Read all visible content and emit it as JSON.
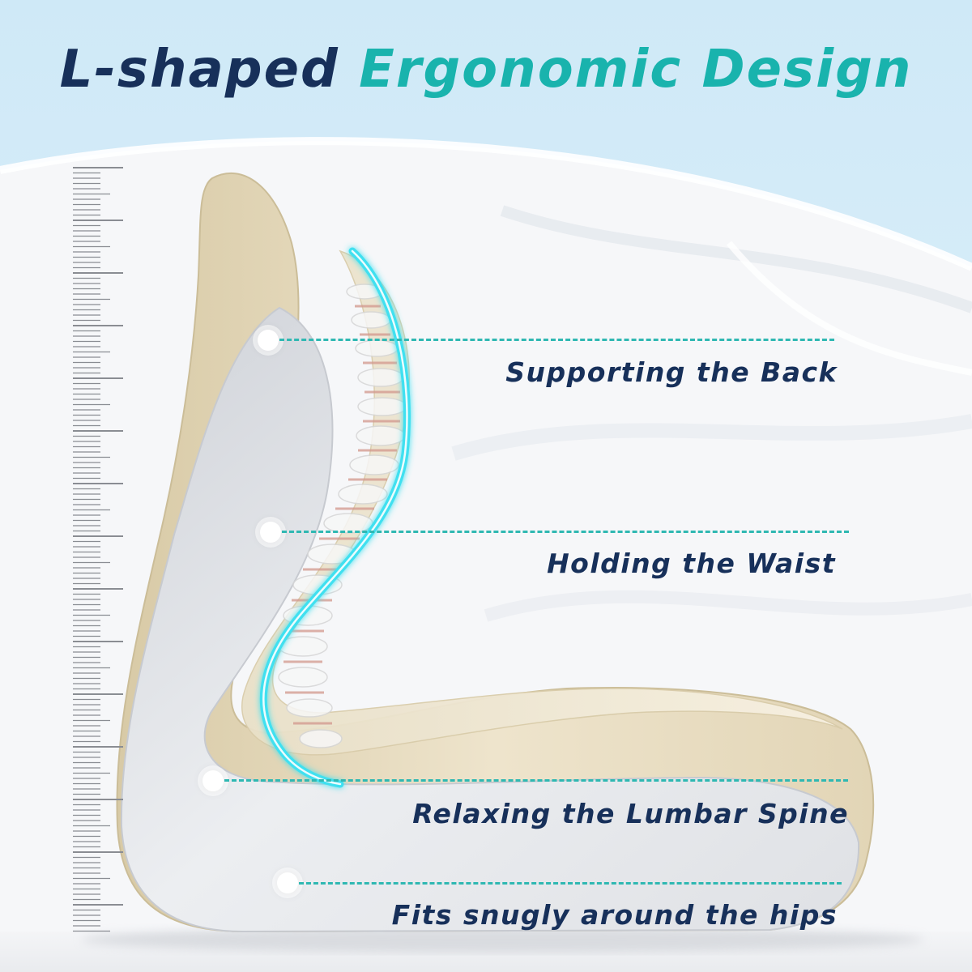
{
  "title": {
    "part1": "L-shaped",
    "part2": "Ergonomic Design"
  },
  "colors": {
    "title_dark": "#17305a",
    "title_accent": "#19b3ad",
    "callout_line": "#2fb8b2",
    "spine_glow": "#3fe0f0",
    "cushion_beige": "#e6dcc2",
    "cushion_grey": "#e3e5ea"
  },
  "callouts": [
    {
      "label": "Supporting the Back"
    },
    {
      "label": "Holding the Waist"
    },
    {
      "label": "Relaxing the Lumbar Spine"
    },
    {
      "label": "Fits snugly around the hips"
    }
  ]
}
